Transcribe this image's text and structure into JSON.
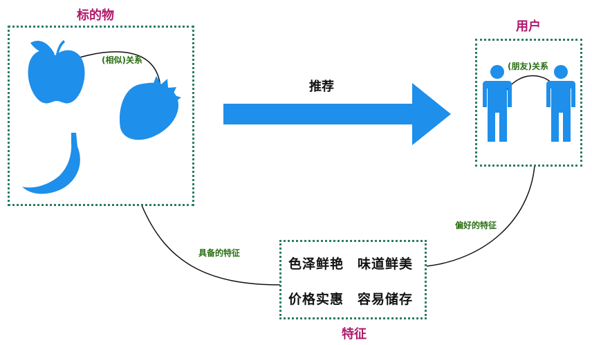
{
  "items_group": {
    "title": "标的物",
    "relation_label": "(相似)关系"
  },
  "users_group": {
    "title": "用户",
    "relation_label": "(朋友)关系"
  },
  "recommend_arrow": {
    "label": "推荐"
  },
  "features_group": {
    "title": "特征",
    "items": [
      "色泽鲜艳",
      "味道鲜美",
      "价格实惠",
      "容易储存"
    ]
  },
  "edges": {
    "items_to_features": "具备的特征",
    "users_to_features": "偏好的特征"
  },
  "colors": {
    "icon": "#1e8fea",
    "title": "#b0176a",
    "relation": "#2a6e13",
    "border": "#2a7a68"
  },
  "icons": [
    "apple-icon",
    "strawberry-icon",
    "banana-icon",
    "person-icon",
    "person-icon",
    "arrow-right-icon"
  ]
}
